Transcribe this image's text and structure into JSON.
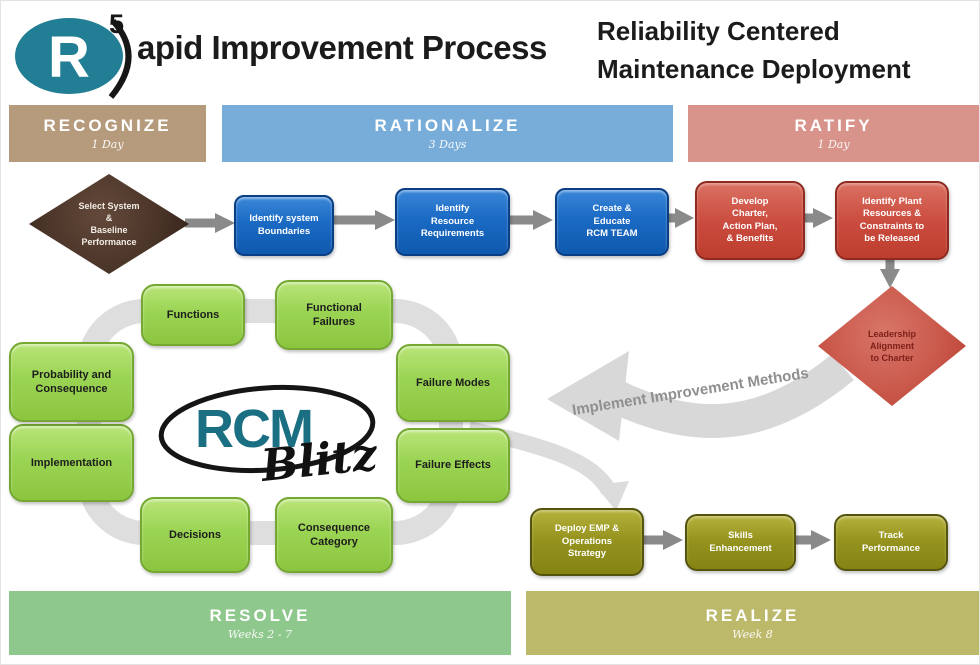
{
  "header": {
    "logo_letter": "R",
    "logo_superscript": "5",
    "title_remainder": "apid Improvement Process",
    "subtitle": "Reliability Centered\nMaintenance Deployment"
  },
  "phases": {
    "recognize": {
      "label": "RECOGNIZE",
      "duration": "1 Day"
    },
    "rationalize": {
      "label": "RATIONALIZE",
      "duration": "3 Days"
    },
    "ratify": {
      "label": "RATIFY",
      "duration": "1 Day"
    },
    "resolve": {
      "label": "RESOLVE",
      "duration": "Weeks 2 - 7"
    },
    "realize": {
      "label": "REALIZE",
      "duration": "Week 8"
    }
  },
  "recognize": {
    "start_diamond": "Select System\n&\nBaseline\nPerformance"
  },
  "rationalize": {
    "steps": [
      "Identify system\nBoundaries",
      "Identify\nResource\nRequirements",
      "Create &\nEducate\nRCM TEAM"
    ]
  },
  "ratify": {
    "steps": [
      "Develop\nCharter,\nAction Plan,\n& Benefits",
      "Identify Plant\nResources &\nConstraints to\nbe Released"
    ],
    "decision_diamond": "Leadership\nAlignment\nto Charter"
  },
  "resolve": {
    "loop_steps": [
      "Functions",
      "Functional\nFailures",
      "Failure  Modes",
      "Failure Effects",
      "Consequence\nCategory",
      "Decisions",
      "Implementation",
      "Probability and\nConsequence"
    ]
  },
  "realize": {
    "steps": [
      "Deploy EMP &\nOperations\nStrategy",
      "Skills\nEnhancement",
      "Track\nPerformance"
    ]
  },
  "center_logo": {
    "rcm": "RCM",
    "blitz": "Blitz"
  },
  "transition_arrow_label": "Implement Improvement Methods",
  "colors": {
    "recognize_band": "#b59a7c",
    "rationalize_band": "#79add9",
    "ratify_band": "#d8938b",
    "resolve_band": "#8fc88c",
    "realize_band": "#bcb96b",
    "blue_node": "#1565c0",
    "red_node": "#c74335",
    "green_node": "#8dc63f",
    "olive_node": "#858313",
    "brown_diamond": "#4a3428",
    "red_diamond": "#c95749",
    "arrow_gray": "#8a8a8a",
    "track_gray": "#dedede",
    "logo_teal": "#217e95"
  }
}
